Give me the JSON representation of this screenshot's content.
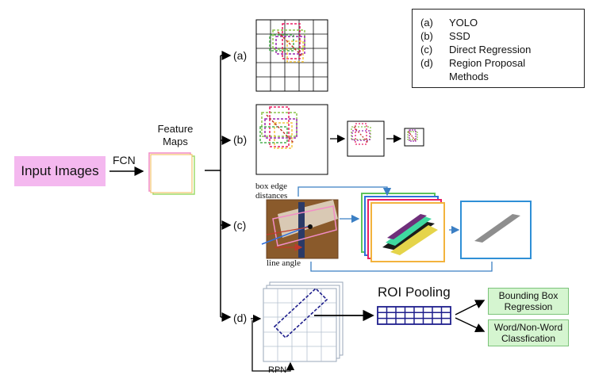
{
  "input_label": "Input Images",
  "fcn_label": "FCN",
  "feature_maps_label": [
    "Feature",
    "Maps"
  ],
  "branches": {
    "a": "(a)",
    "b": "(b)",
    "c": "(c)",
    "d": "(d)"
  },
  "legend": [
    {
      "key": "(a)",
      "text": "YOLO"
    },
    {
      "key": "(b)",
      "text": "SSD"
    },
    {
      "key": "(c)",
      "text": "Direct Regression"
    },
    {
      "key": "(d)",
      "text": "Region Proposal"
    },
    {
      "key": "",
      "text": "Methods"
    }
  ],
  "annotations": {
    "box_edge_1": "box edge",
    "box_edge_2": "distances",
    "line_angle": "line angle",
    "roi_pooling": "ROI Pooling",
    "rpn": "RPN"
  },
  "outputs": {
    "bbox_1": "Bounding Box",
    "bbox_2": "Regression",
    "word_1": "Word/Non-Word",
    "word_2": "Classfication"
  },
  "colors": {
    "input_bg": "#f4b8ef",
    "output_bg": "#d5f5d0",
    "roi_grid": "#1e1e8c",
    "arrow_blue": "#3b7fc4"
  }
}
